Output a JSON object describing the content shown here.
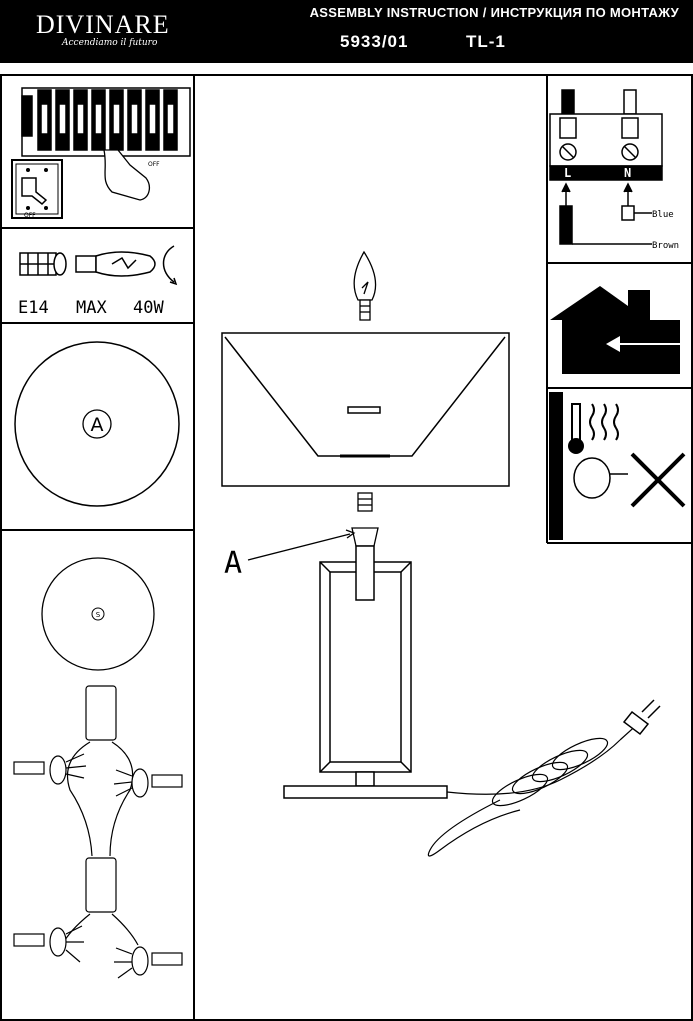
{
  "header": {
    "brand": "DIVINARE",
    "brand_tagline": "Accendiamo il futuro",
    "title": "ASSEMBLY INSTRUCTION / ИНСТРУКЦИЯ ПО МОНТАЖУ",
    "code": "5933/01",
    "model": "TL-1"
  },
  "safety": {
    "off_label_1": "OFF",
    "off_label_2": "OFF"
  },
  "bulb": {
    "socket": "E14",
    "max_label": "MAX",
    "wattage": "40W"
  },
  "parts": {
    "part_a": "A",
    "screw_mark": "S"
  },
  "wiring": {
    "terminal_l": "L",
    "terminal_n": "N",
    "wire_blue": "Blue",
    "wire_brown": "Brown"
  },
  "main": {
    "callout_a": "A"
  }
}
